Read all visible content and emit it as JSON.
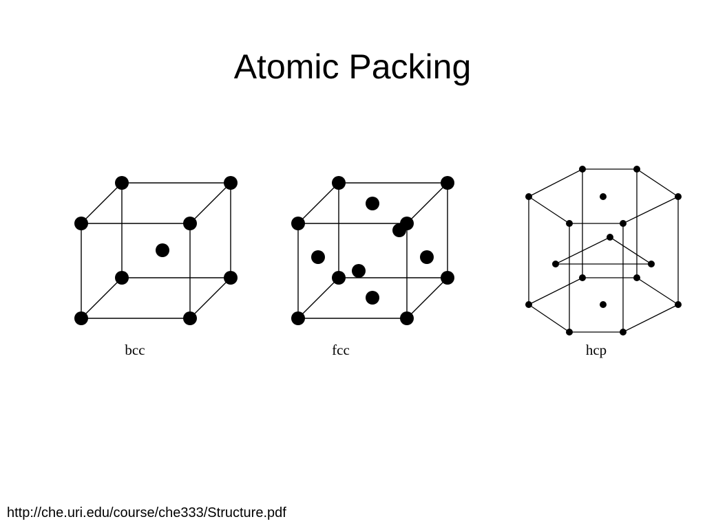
{
  "slide": {
    "title": "Atomic Packing",
    "source": "http://che.uri.edu/course/che333/Structure.pdf"
  },
  "structures": [
    {
      "id": "bcc",
      "label": "bcc"
    },
    {
      "id": "fcc",
      "label": "fcc"
    },
    {
      "id": "hcp",
      "label": "hcp"
    }
  ]
}
